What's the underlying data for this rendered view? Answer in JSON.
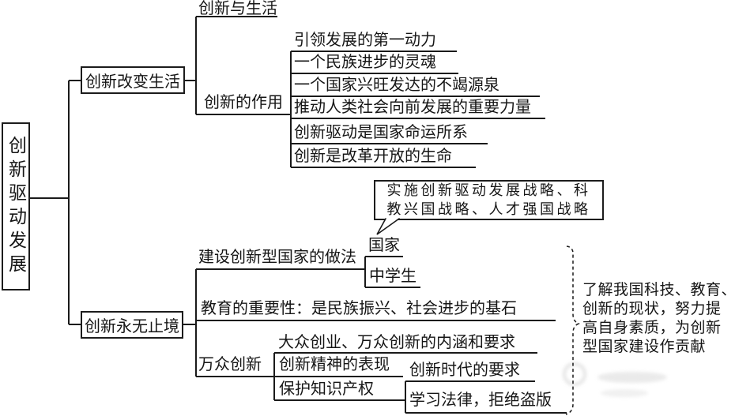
{
  "colors": {
    "line": "#1a1a1a",
    "background": "#ffffff"
  },
  "root": {
    "label": "创新驱动发展"
  },
  "branches": [
    {
      "label": "创新改变生活",
      "children": [
        {
          "label": "创新与生活"
        },
        {
          "label": "创新的作用",
          "items": [
            "引领发展的第一动力",
            "一个民族进步的灵魂",
            "一个国家兴旺发达的不竭源泉",
            "推动人类社会向前发展的重要力量",
            "创新驱动是国家命运所系",
            "创新是改革开放的生命"
          ]
        }
      ]
    },
    {
      "label": "创新永无止境",
      "children": [
        {
          "label": "建设创新型国家的做法",
          "items": [
            "国家",
            "中学生"
          ]
        },
        {
          "label": "教育的重要性：是民族振兴、社会进步的基石"
        },
        {
          "label": "万众创新",
          "items": [
            "大众创业、万众创新的内涵和要求",
            "创新精神的表现",
            "保护知识产权"
          ],
          "sub_items": [
            "创新时代的要求",
            "学习法律，拒绝盗版"
          ]
        }
      ]
    }
  ],
  "callout": {
    "lines": [
      "实施创新驱动发展战略、科",
      "教兴国战略、人才强国战略"
    ]
  },
  "annotation": {
    "lines": [
      "了解我国科技、教育、",
      "创新的现状，努力提",
      "高自身素质，为创新",
      "型国家建设作贡献"
    ]
  }
}
